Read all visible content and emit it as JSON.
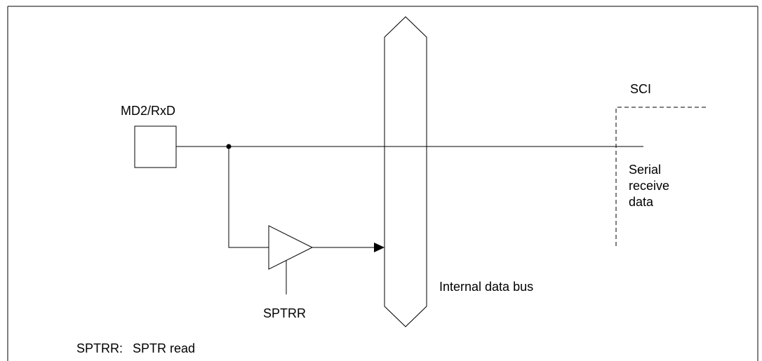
{
  "diagram": {
    "pin_label": "MD2/RxD",
    "sci_label": "SCI",
    "serial_receive_lines": [
      "Serial",
      "receive",
      "data"
    ],
    "bus_label": "Internal data bus",
    "buffer_control_label": "SPTRR",
    "legend": {
      "abbr": "SPTRR:",
      "meaning": "SPTR read"
    }
  }
}
